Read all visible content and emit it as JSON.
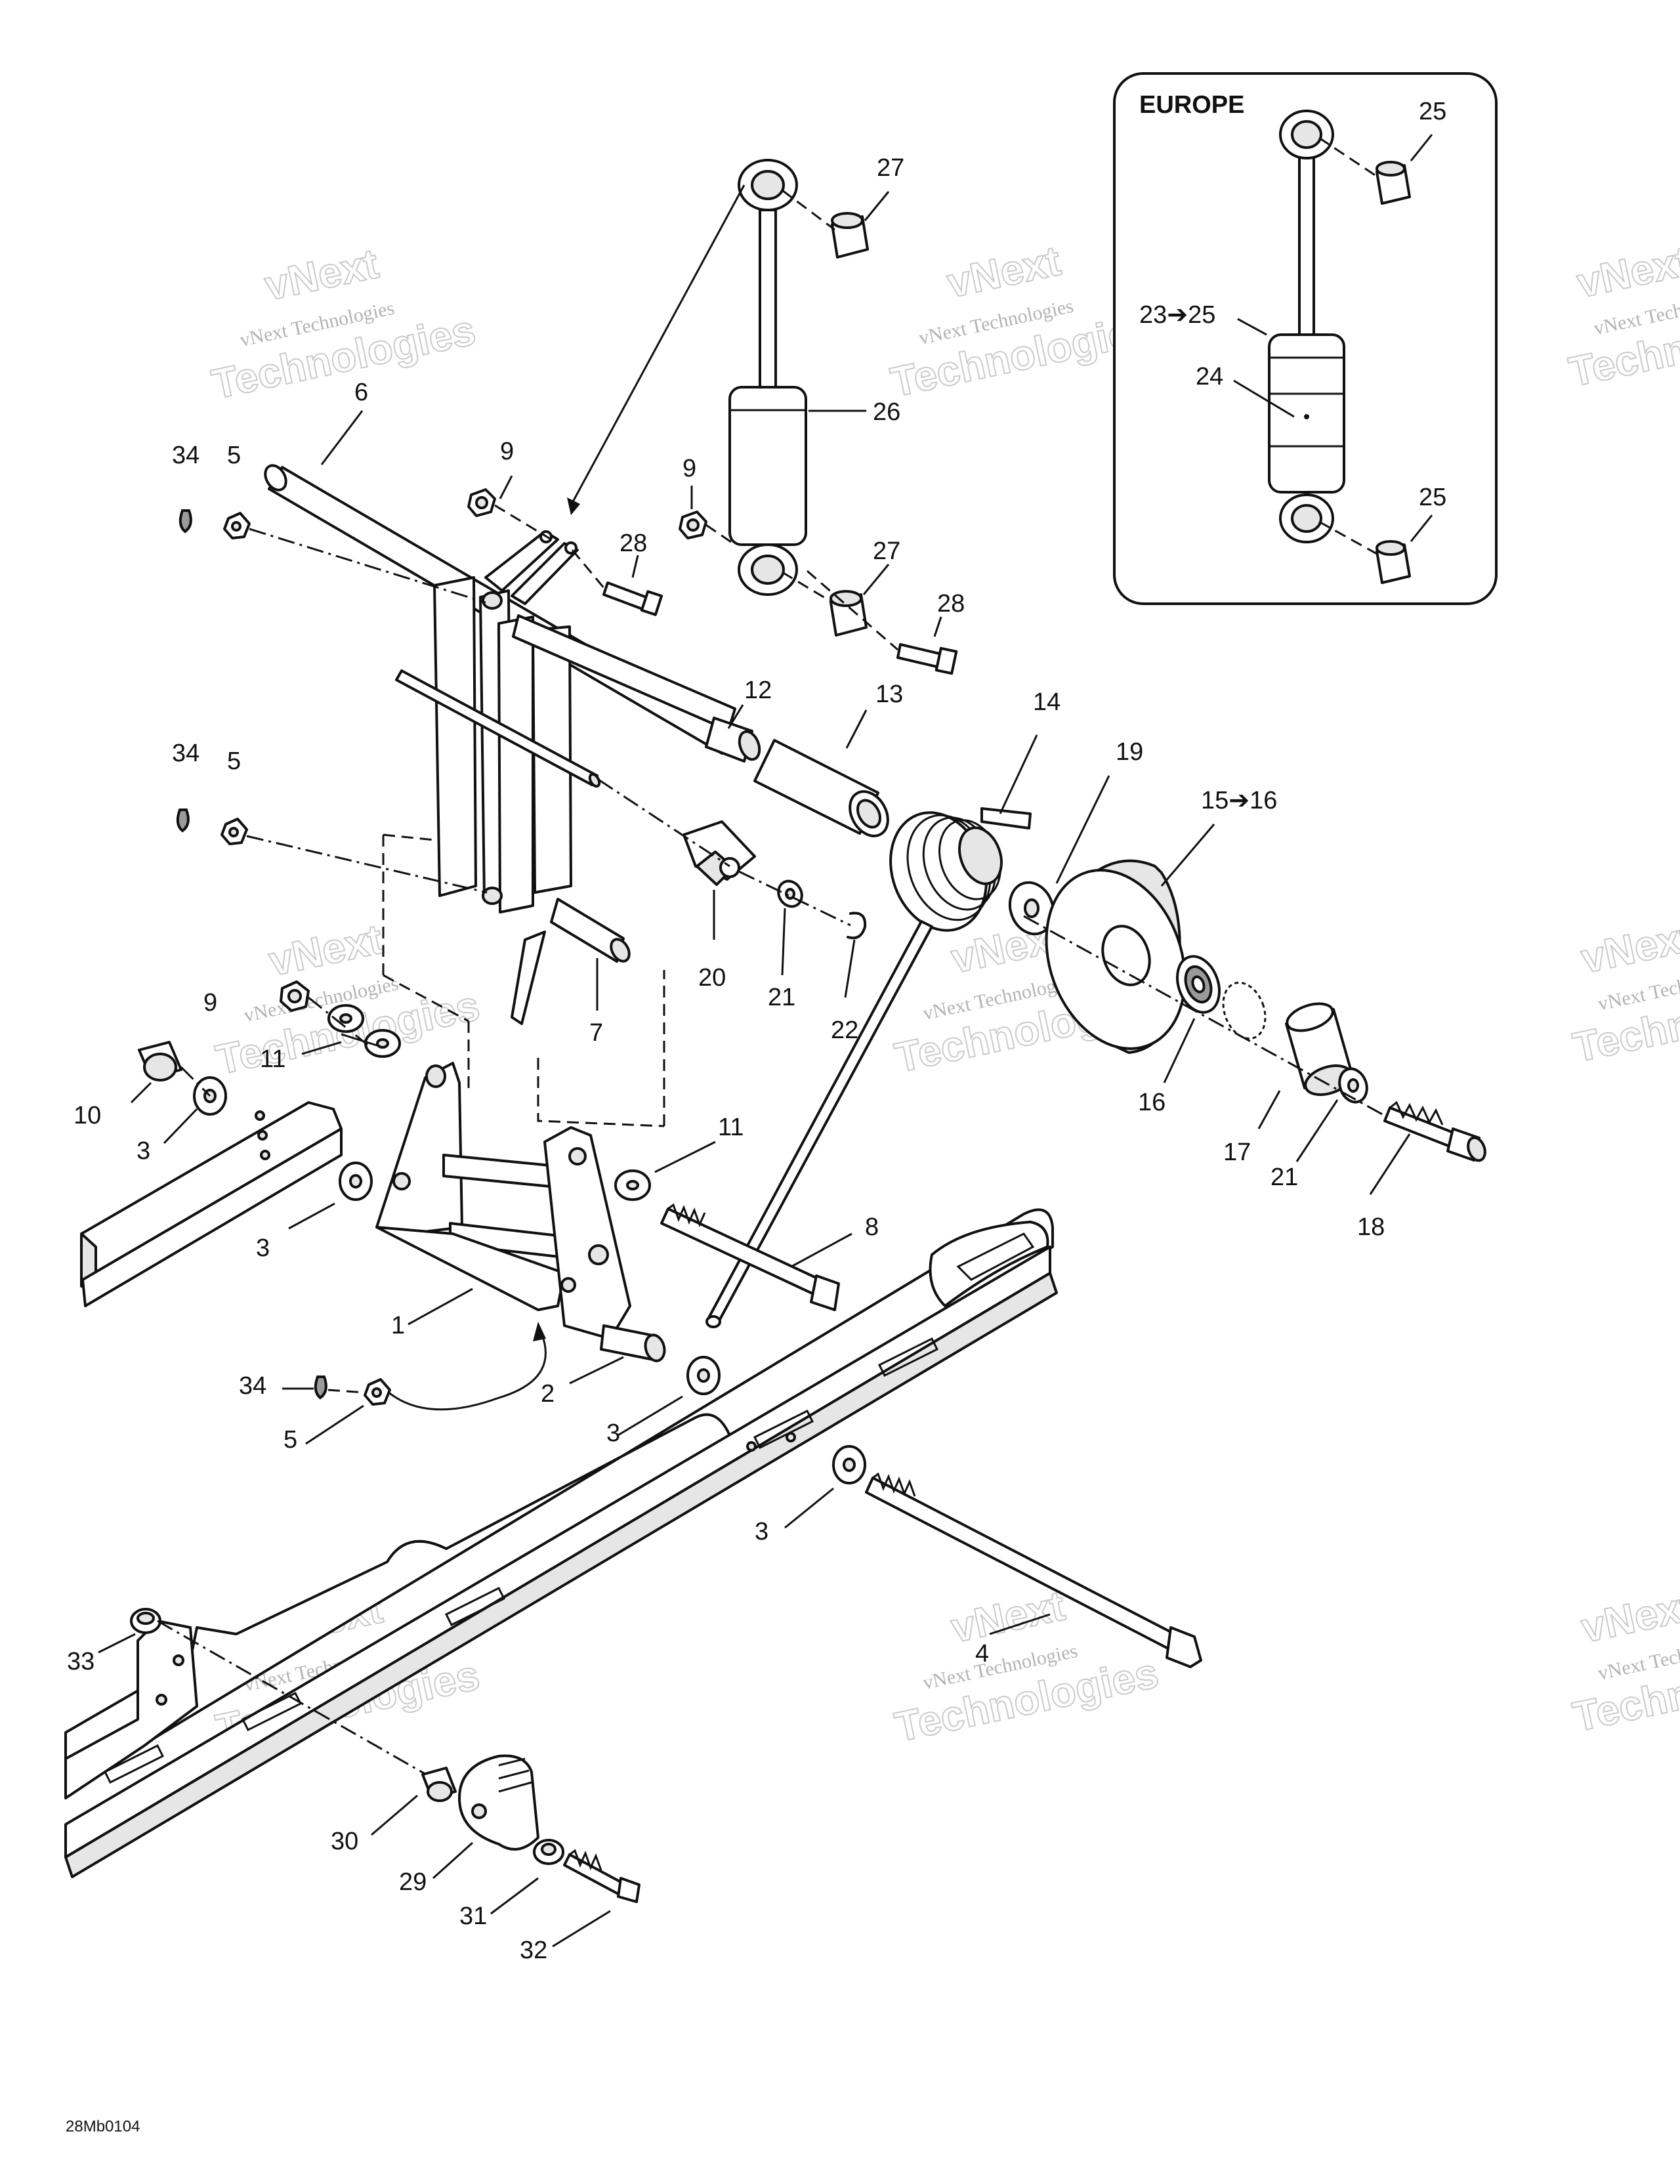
{
  "callouts": {
    "c1": "1",
    "c2": "2",
    "c3a": "3",
    "c3b": "3",
    "c3c": "3",
    "c3d": "3",
    "c4": "4",
    "c5a": "5",
    "c5b": "5",
    "c5c": "5",
    "c6": "6",
    "c7": "7",
    "c8": "8",
    "c9a": "9",
    "c9b": "9",
    "c9c": "9",
    "c10": "10",
    "c11a": "11",
    "c11b": "11",
    "c12": "12",
    "c13": "13",
    "c14": "14",
    "c15": "15➔16",
    "c16": "16",
    "c17": "17",
    "c18": "18",
    "c19": "19",
    "c20": "20",
    "c21a": "21",
    "c21b": "21",
    "c22": "22",
    "c23": "23➔25",
    "c24": "24",
    "c25a": "25",
    "c25b": "25",
    "c26": "26",
    "c27a": "27",
    "c27b": "27",
    "c28a": "28",
    "c28b": "28",
    "c29": "29",
    "c30": "30",
    "c31": "31",
    "c32": "32",
    "c33": "33",
    "c34a": "34",
    "c34b": "34",
    "c34c": "34"
  },
  "inset": {
    "title": "EUROPE"
  },
  "drawing_code": "28Mb0104",
  "watermark": {
    "line1": "vNext",
    "line2": "vNext Technologies",
    "line3": "Technologies"
  }
}
